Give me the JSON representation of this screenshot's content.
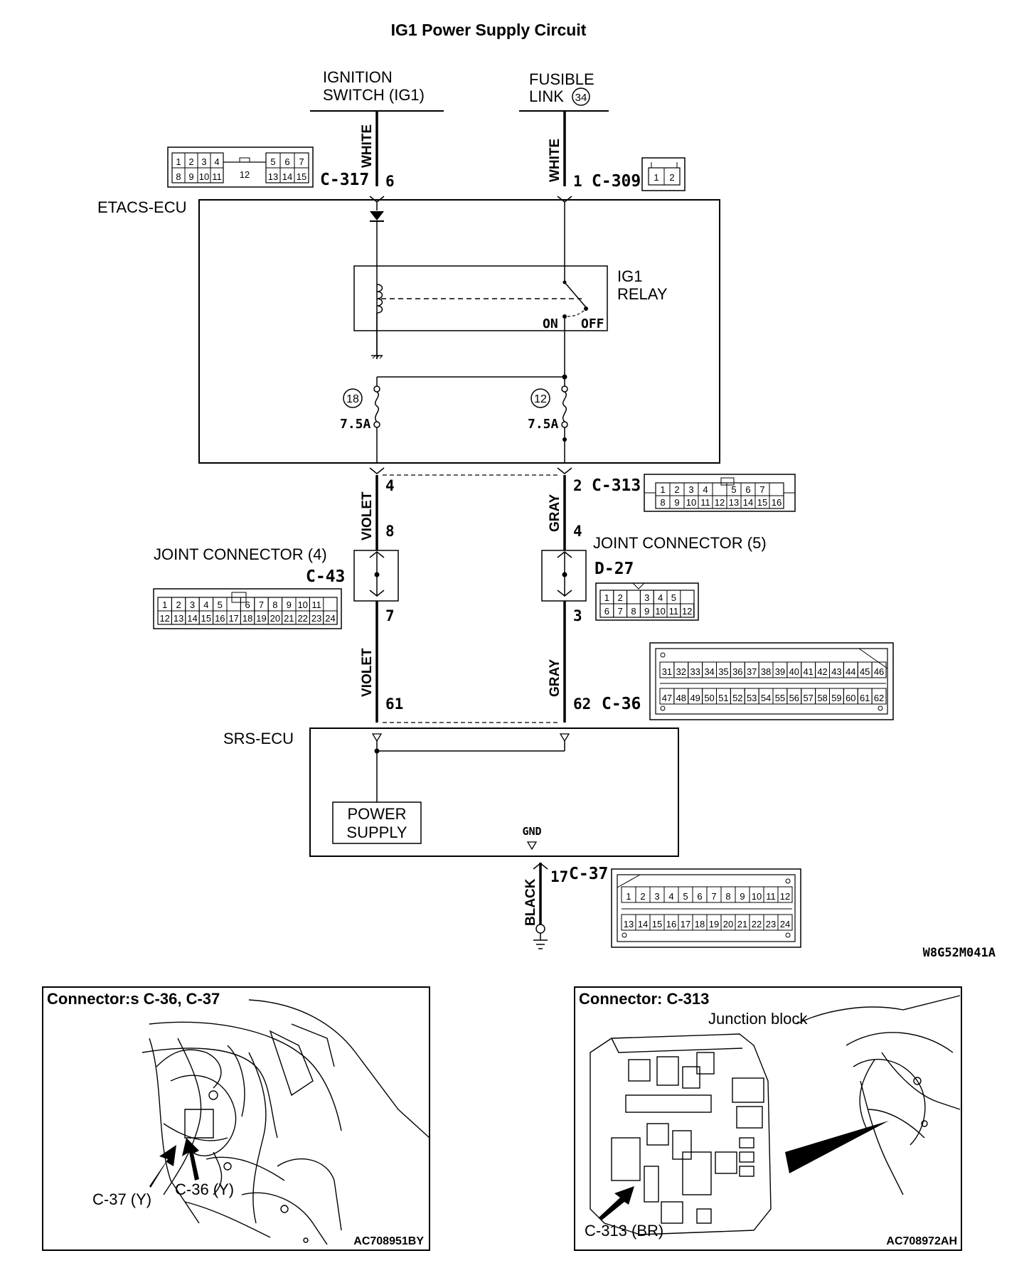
{
  "title": "IG1 Power Supply Circuit",
  "code": "W8G52M041A",
  "sources": {
    "ignition": [
      "IGNITION",
      "SWITCH (IG1)"
    ],
    "fusible": [
      "FUSIBLE",
      "LINK"
    ],
    "fusible_num": "34"
  },
  "wire_colors": {
    "white": "WHITE",
    "violet": "VIOLET",
    "gray": "GRAY",
    "black": "BLACK"
  },
  "connectors": {
    "c317": "C-317",
    "c309": "C-309",
    "c313": "C-313",
    "c43": "C-43",
    "d27": "D-27",
    "c36": "C-36",
    "c37": "C-37"
  },
  "pins": {
    "p6": "6",
    "p1": "1",
    "p4": "4",
    "p2": "2",
    "p8": "8",
    "p4b": "4",
    "p7": "7",
    "p3": "3",
    "p61": "61",
    "p62": "62",
    "p17": "17"
  },
  "etacs": "ETACS-ECU",
  "relay": [
    "IG1",
    "RELAY"
  ],
  "relay_on": "ON",
  "relay_off": "OFF",
  "fuses": [
    {
      "num": "18",
      "rating": "7.5A"
    },
    {
      "num": "12",
      "rating": "7.5A"
    }
  ],
  "joint4": "JOINT CONNECTOR (4)",
  "joint5": "JOINT CONNECTOR (5)",
  "srs": "SRS-ECU",
  "power_supply": [
    "POWER",
    "SUPPLY"
  ],
  "gnd": "GND",
  "c317_rows": [
    [
      "1",
      "2",
      "3",
      "4",
      "",
      "5",
      "6",
      "7"
    ],
    [
      "8",
      "9",
      "10",
      "11",
      "12",
      "13",
      "14",
      "15"
    ]
  ],
  "c309_cells": [
    "1",
    "2"
  ],
  "c313_rows": [
    [
      "1",
      "2",
      "3",
      "4",
      "",
      "5",
      "6",
      "7"
    ],
    [
      "8",
      "9",
      "10",
      "11",
      "12",
      "13",
      "14",
      "15",
      "16"
    ]
  ],
  "c43_rows": [
    [
      "1",
      "2",
      "3",
      "4",
      "5",
      "",
      "6",
      "7",
      "8",
      "9",
      "10",
      "11"
    ],
    [
      "12",
      "13",
      "14",
      "15",
      "16",
      "17",
      "18",
      "19",
      "20",
      "21",
      "22",
      "23",
      "24"
    ]
  ],
  "d27_rows": [
    [
      "1",
      "2",
      "",
      "3",
      "4",
      "5"
    ],
    [
      "6",
      "7",
      "8",
      "9",
      "10",
      "11",
      "12"
    ]
  ],
  "c36_rows": [
    [
      "31",
      "32",
      "33",
      "34",
      "35",
      "36",
      "37",
      "38",
      "39",
      "40",
      "41",
      "42",
      "43",
      "44",
      "45",
      "46"
    ],
    [
      "47",
      "48",
      "49",
      "50",
      "51",
      "52",
      "53",
      "54",
      "55",
      "56",
      "57",
      "58",
      "59",
      "60",
      "61",
      "62"
    ]
  ],
  "c37_rows": [
    [
      "1",
      "2",
      "3",
      "4",
      "5",
      "6",
      "7",
      "8",
      "9",
      "10",
      "11",
      "12"
    ],
    [
      "13",
      "14",
      "15",
      "16",
      "17",
      "18",
      "19",
      "20",
      "21",
      "22",
      "23",
      "24"
    ]
  ],
  "panels": {
    "left": {
      "title": "Connector:s C-36, C-37",
      "labels": [
        "C-37 (Y)",
        "C-36 (Y)"
      ],
      "code": "AC708951BY"
    },
    "right": {
      "title": "Connector: C-313",
      "sub": "Junction block",
      "labels": [
        "C-313 (BR)"
      ],
      "code": "AC708972AH"
    }
  }
}
